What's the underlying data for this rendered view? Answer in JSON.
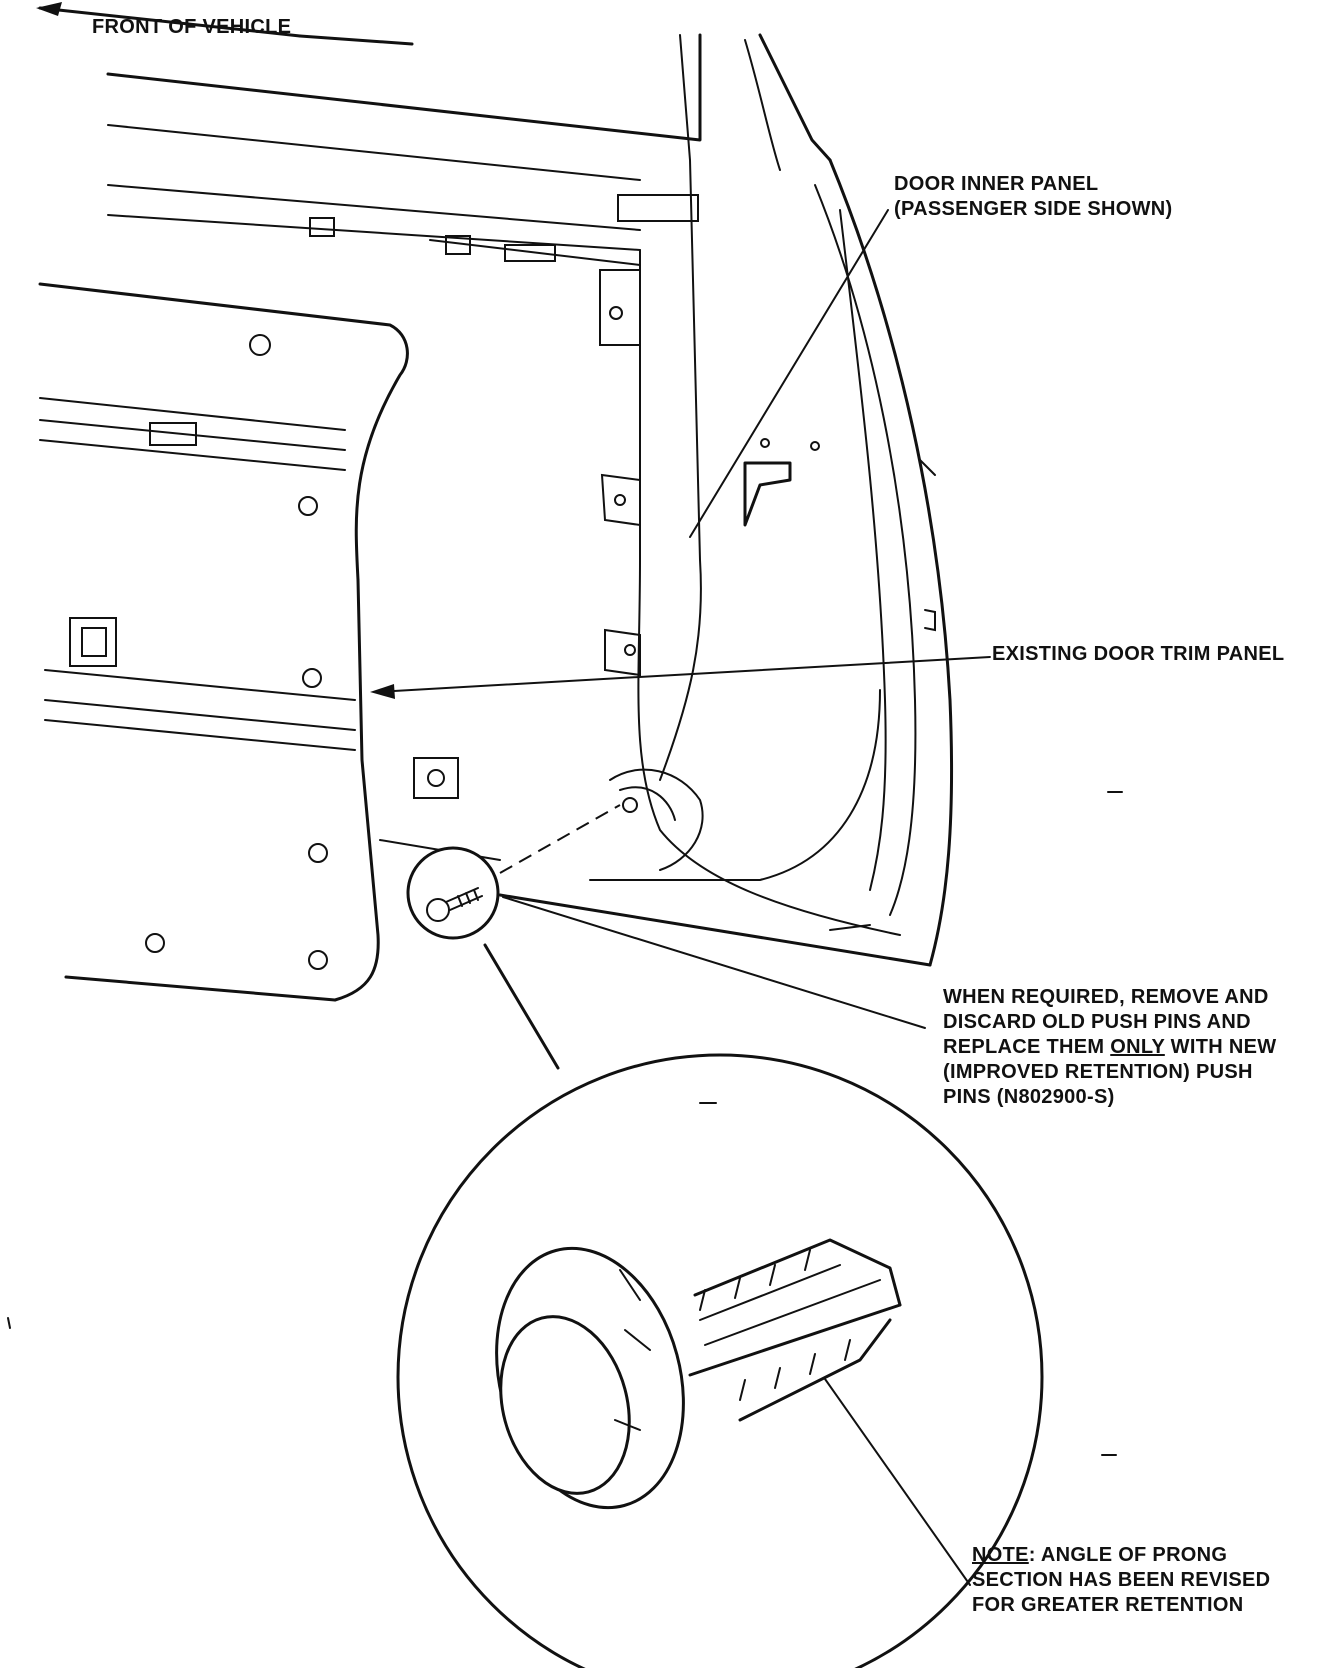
{
  "labels": {
    "front": "FRONT OF VEHICLE",
    "inner_panel": [
      "DOOR INNER PANEL",
      "(PASSENGER SIDE SHOWN)"
    ],
    "trim_panel": "EXISTING DOOR TRIM PANEL",
    "instruction": {
      "line1": "WHEN REQUIRED, REMOVE AND",
      "line2": "DISCARD OLD PUSH PINS AND",
      "line3_pre": "REPLACE THEM ",
      "line3_em": "ONLY",
      "line3_post": " WITH NEW",
      "line4": "(IMPROVED RETENTION) PUSH",
      "line5": "PINS (N802900-S)"
    },
    "note": {
      "prefix": "NOTE",
      "line1_rest": ": ANGLE OF PRONG",
      "line2": "SECTION HAS BEEN REVISED",
      "line3": "FOR GREATER RETENTION"
    }
  },
  "icons": [
    "front-arrow-icon",
    "push-pin-icon"
  ]
}
